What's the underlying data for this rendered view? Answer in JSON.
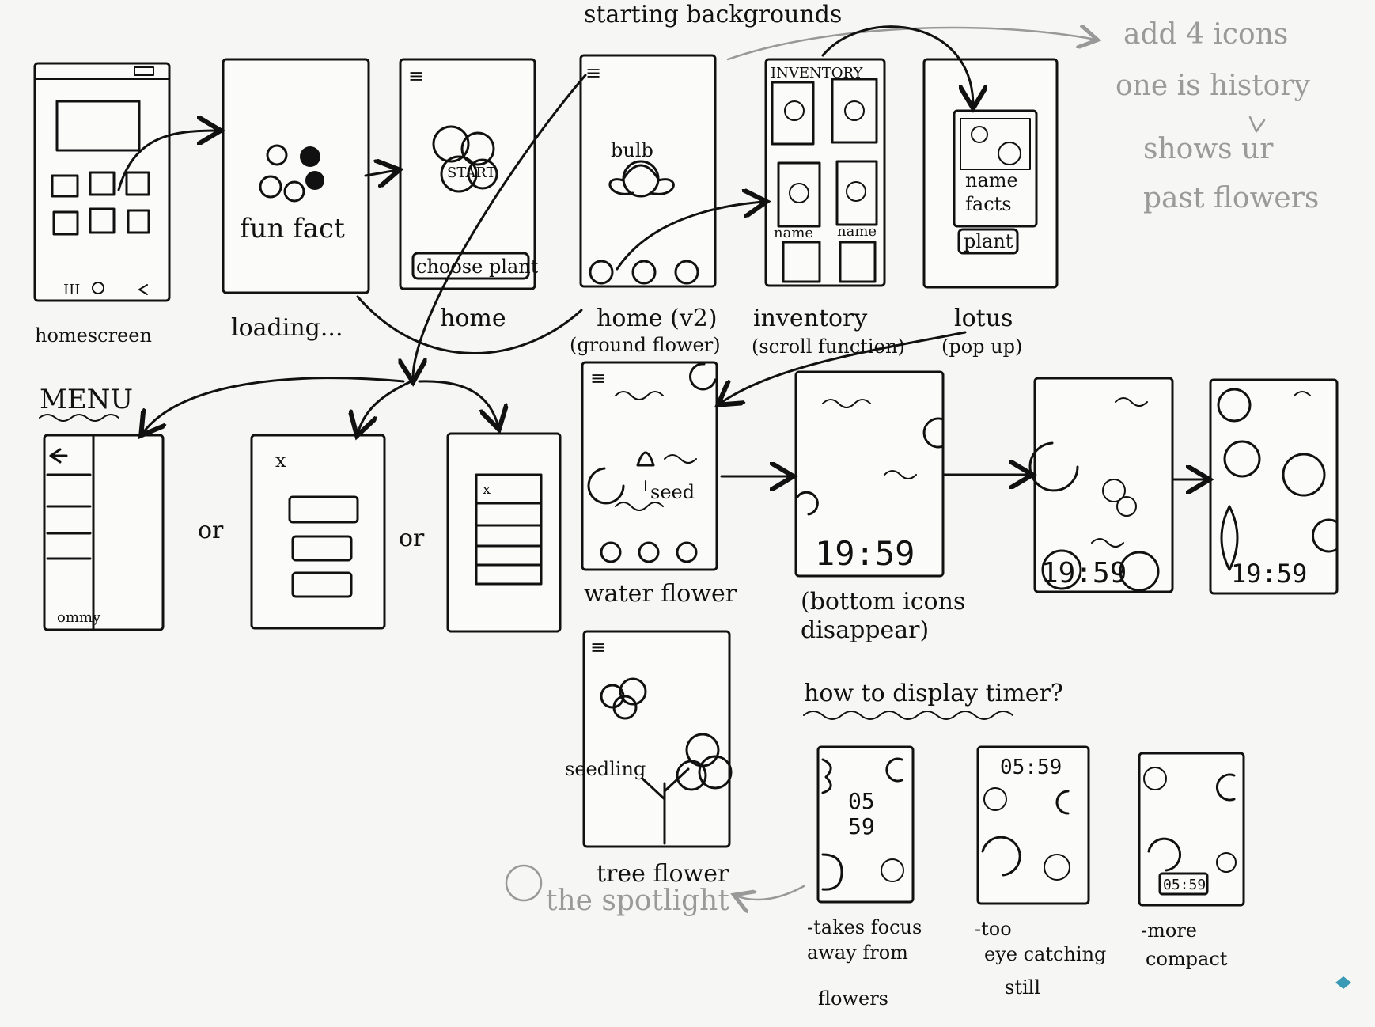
{
  "title": "starting backgrounds",
  "note": {
    "line1": "add 4 icons",
    "line2": "one is history",
    "line3": "shows ur",
    "line4": "past flowers"
  },
  "screens": {
    "homescreen": "homescreen",
    "loading": "loading...",
    "loading_text": "fun fact",
    "home": "home",
    "home_start": "START",
    "home_button": "choose plant",
    "home_v2_line1": "home (v2)",
    "home_v2_line2": "(ground flower)",
    "home_v2_bulb": "bulb",
    "inventory_line1": "inventory",
    "inventory_line2": "(scroll function)",
    "inventory_header": "INVENTORY",
    "inventory_item": "name",
    "lotus_line1": "lotus",
    "lotus_line2": "(pop up)",
    "lotus_name": "name",
    "lotus_facts": "facts",
    "lotus_button": "plant",
    "menu": "MENU",
    "menu_footer": "ommy",
    "or": "or",
    "close": "x",
    "water_flower": "water flower",
    "seed": "seed",
    "timer_screen_line1": "(bottom icons",
    "timer_screen_line2": "disappear)",
    "timer": "19:59",
    "timer_b": "19:59",
    "timer_c": "19:59",
    "tree_flower": "tree flower",
    "seedling": "seedling",
    "tree_note": "the spotlight"
  },
  "timer_options": {
    "question": "how to display timer?",
    "opt1_timer_top": "05",
    "opt1_timer_bottom": "59",
    "opt1_line1": "-takes focus",
    "opt1_line2": "away from",
    "opt1_line3": "flowers",
    "opt2_timer": "05:59",
    "opt2_line1": "-too",
    "opt2_line2": "eye catching",
    "opt2_line3": "still",
    "opt3_timer": "05:59",
    "opt3_line1": "-more",
    "opt3_line2": "compact"
  }
}
